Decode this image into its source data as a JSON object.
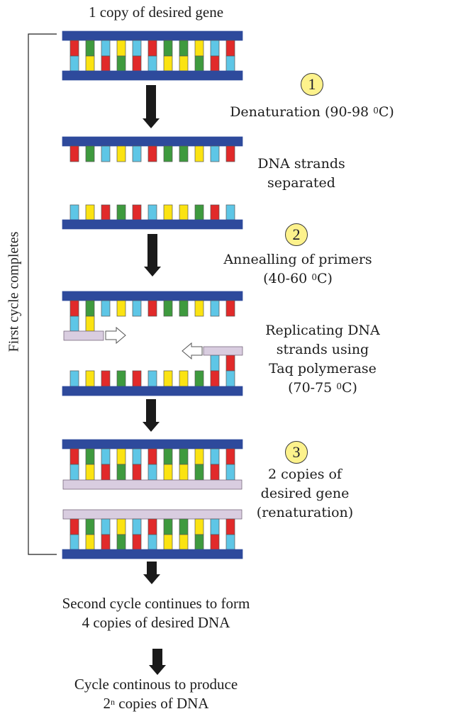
{
  "title": "1 copy of desired gene",
  "side_label": "First cycle completes",
  "colors": {
    "backbone": "#2e4a9c",
    "primer": "#d9cde0",
    "red": "#e12a2a",
    "green": "#3e9a3e",
    "cyan": "#5ec6e6",
    "yellow": "#fbe312",
    "badge_fill": "#fdf28c",
    "arrow": "#1a1a1a"
  },
  "base_pairs": [
    [
      "red",
      "cyan"
    ],
    [
      "green",
      "yellow"
    ],
    [
      "cyan",
      "red"
    ],
    [
      "yellow",
      "green"
    ],
    [
      "cyan",
      "red"
    ],
    [
      "red",
      "cyan"
    ],
    [
      "green",
      "yellow"
    ],
    [
      "green",
      "yellow"
    ],
    [
      "yellow",
      "green"
    ],
    [
      "cyan",
      "red"
    ],
    [
      "red",
      "cyan"
    ]
  ],
  "steps": [
    {
      "number": "1",
      "label": "Denaturation (90-98 ",
      "deg": "0",
      "unit": "C)"
    },
    {
      "number": "2",
      "label_line1": "Annealling of primers",
      "label_line2": "(40-60 ",
      "deg": "0",
      "unit": "C)"
    },
    {
      "number": "3",
      "label_line1": "2 copies of",
      "label_line2": "desired gene",
      "label_line3": "(renaturation)"
    }
  ],
  "separated": {
    "line1": "DNA strands",
    "line2": "separated"
  },
  "replicating": {
    "line1": "Replicating DNA",
    "line2": "strands using",
    "line3": "Taq polymerase",
    "line4": "(70-75 ",
    "deg": "0",
    "unit": "C)"
  },
  "second_cycle": {
    "line1": "Second cycle continues to form",
    "line2": "4 copies of desired DNA"
  },
  "continuous": {
    "line1": "Cycle continous to produce",
    "line2_pre": "2",
    "line2_sup": "n",
    "line2_post": " copies of DNA"
  }
}
